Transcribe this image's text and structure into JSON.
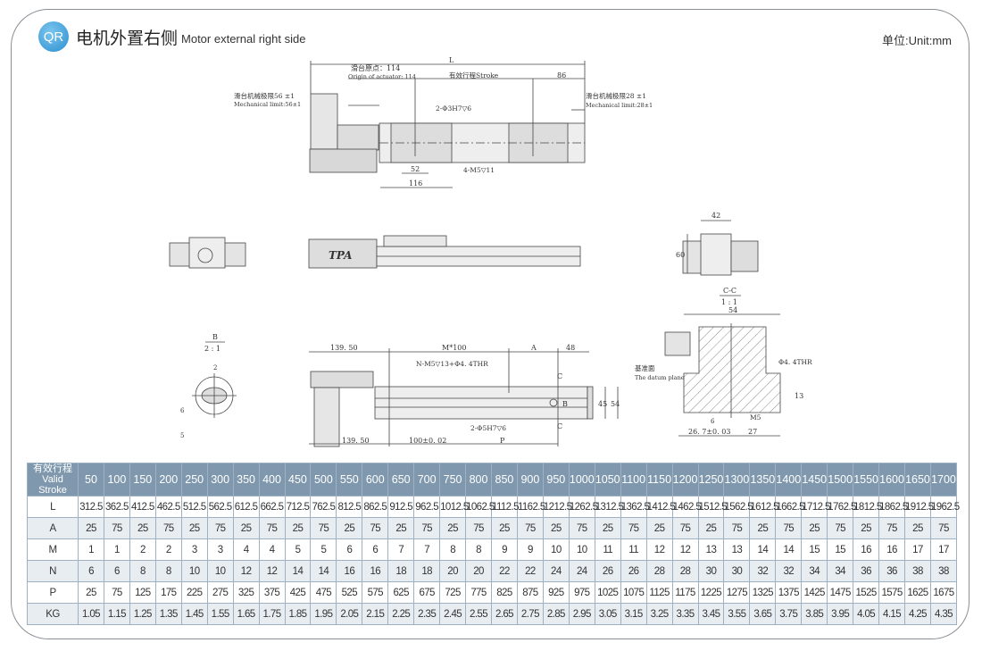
{
  "header": {
    "badge": "QR",
    "title_cn": "电机外置右侧",
    "title_en": "Motor external right side",
    "unit": "单位:Unit:mm"
  },
  "drawing": {
    "top": {
      "L": "L",
      "origin_cn": "滑台原点：114",
      "origin_en": "Origin of actuator: 114",
      "stroke": "有效行程Stroke",
      "d86": "86",
      "limit_left_cn": "滑台机械极限56 ±1",
      "limit_left_en": "Mechanical limit:56±1",
      "limit_right_cn": "滑台机械极限28 ±1",
      "limit_right_en": "Mechanical limit:28±1",
      "pin": "2-Φ3H7▽6",
      "m5": "4-M5▽11",
      "d52": "52",
      "d116": "116"
    },
    "end": {
      "d42": "42",
      "d60": "60",
      "logo": "TPA"
    },
    "detail_b": {
      "title": "B",
      "scale": "2 : 1",
      "d2": "2",
      "d5": "5",
      "d6": "6"
    },
    "front": {
      "d139a": "139. 50",
      "m100": "M*100",
      "A": "A",
      "d48": "48",
      "holes": "N-M5▽13+Φ4. 4THR",
      "pin": "2-Φ5H7▽6",
      "d139b": "139. 50",
      "d100": "100±0. 02",
      "P": "P",
      "C1": "C",
      "C2": "C",
      "B": "B",
      "d45": "45",
      "d54": "54"
    },
    "section": {
      "title": "C-C",
      "scale": "1 : 1",
      "d54": "54",
      "thr": "Φ4. 4THR",
      "datum_cn": "基准面",
      "datum_en": "The datum plane",
      "d13": "13",
      "m5": "M5",
      "d6": "6",
      "d267": "26. 7±0. 03",
      "d27": "27"
    }
  },
  "table": {
    "header_cn": "有效行程",
    "header_en": "Valid Stroke",
    "strokes": [
      "50",
      "100",
      "150",
      "200",
      "250",
      "300",
      "350",
      "400",
      "450",
      "500",
      "550",
      "600",
      "650",
      "700",
      "750",
      "800",
      "850",
      "900",
      "950",
      "1000",
      "1050",
      "1100",
      "1150",
      "1200",
      "1250",
      "1300",
      "1350",
      "1400",
      "1450",
      "1500",
      "1550",
      "1600",
      "1650",
      "1700"
    ],
    "rows": [
      {
        "label": "L",
        "values": [
          "312.5",
          "362.5",
          "412.5",
          "462.5",
          "512.5",
          "562.5",
          "612.5",
          "662.5",
          "712.5",
          "762.5",
          "812.5",
          "862.5",
          "912.5",
          "962.5",
          "1012.5",
          "1062.5",
          "1112.5",
          "1162.5",
          "1212.5",
          "1262.5",
          "1312.5",
          "1362.5",
          "1412.5",
          "1462.5",
          "1512.5",
          "1562.5",
          "1612.5",
          "1662.5",
          "1712.5",
          "1762.5",
          "1812.5",
          "1862.5",
          "1912.5",
          "1962.5"
        ]
      },
      {
        "label": "A",
        "values": [
          "25",
          "75",
          "25",
          "75",
          "25",
          "75",
          "25",
          "75",
          "25",
          "75",
          "25",
          "75",
          "25",
          "75",
          "25",
          "75",
          "25",
          "75",
          "25",
          "75",
          "25",
          "75",
          "25",
          "75",
          "25",
          "75",
          "25",
          "75",
          "25",
          "75",
          "25",
          "75",
          "25",
          "75"
        ]
      },
      {
        "label": "M",
        "values": [
          "1",
          "1",
          "2",
          "2",
          "3",
          "3",
          "4",
          "4",
          "5",
          "5",
          "6",
          "6",
          "7",
          "7",
          "8",
          "8",
          "9",
          "9",
          "10",
          "10",
          "11",
          "11",
          "12",
          "12",
          "13",
          "13",
          "14",
          "14",
          "15",
          "15",
          "16",
          "16",
          "17",
          "17"
        ]
      },
      {
        "label": "N",
        "values": [
          "6",
          "6",
          "8",
          "8",
          "10",
          "10",
          "12",
          "12",
          "14",
          "14",
          "16",
          "16",
          "18",
          "18",
          "20",
          "20",
          "22",
          "22",
          "24",
          "24",
          "26",
          "26",
          "28",
          "28",
          "30",
          "30",
          "32",
          "32",
          "34",
          "34",
          "36",
          "36",
          "38",
          "38"
        ]
      },
      {
        "label": "P",
        "values": [
          "25",
          "75",
          "125",
          "175",
          "225",
          "275",
          "325",
          "375",
          "425",
          "475",
          "525",
          "575",
          "625",
          "675",
          "725",
          "775",
          "825",
          "875",
          "925",
          "975",
          "1025",
          "1075",
          "1125",
          "1175",
          "1225",
          "1275",
          "1325",
          "1375",
          "1425",
          "1475",
          "1525",
          "1575",
          "1625",
          "1675"
        ]
      },
      {
        "label": "KG",
        "values": [
          "1.05",
          "1.15",
          "1.25",
          "1.35",
          "1.45",
          "1.55",
          "1.65",
          "1.75",
          "1.85",
          "1.95",
          "2.05",
          "2.15",
          "2.25",
          "2.35",
          "2.45",
          "2.55",
          "2.65",
          "2.75",
          "2.85",
          "2.95",
          "3.05",
          "3.15",
          "3.25",
          "3.35",
          "3.45",
          "3.55",
          "3.65",
          "3.75",
          "3.85",
          "3.95",
          "4.05",
          "4.15",
          "4.25",
          "4.35"
        ]
      }
    ]
  }
}
